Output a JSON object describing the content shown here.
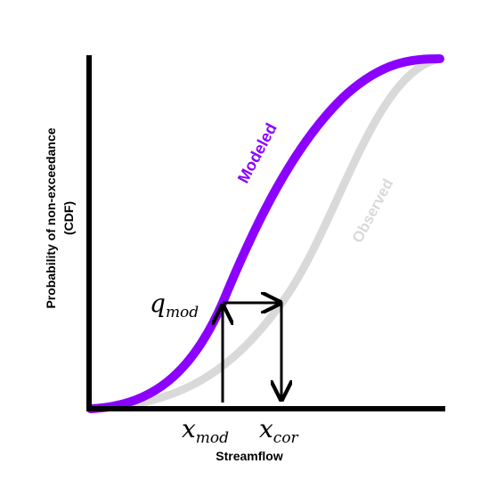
{
  "axes": {
    "xlabel": "Streamflow",
    "ylabel_line1": "Probability of non-exceedance",
    "ylabel_line2": "(CDF)"
  },
  "curves": {
    "modeled": {
      "label": "Modeled",
      "color": "#8B00FF"
    },
    "observed": {
      "label": "Observed",
      "color": "#D9D9D9"
    }
  },
  "annotations": {
    "q_mod": {
      "base": "q",
      "sub": "mod"
    },
    "x_mod": {
      "base": "x",
      "sub": "mod"
    },
    "x_cor": {
      "base": "x",
      "sub": "cor"
    }
  },
  "colors": {
    "axis": "#000000",
    "arrow": "#000000"
  }
}
